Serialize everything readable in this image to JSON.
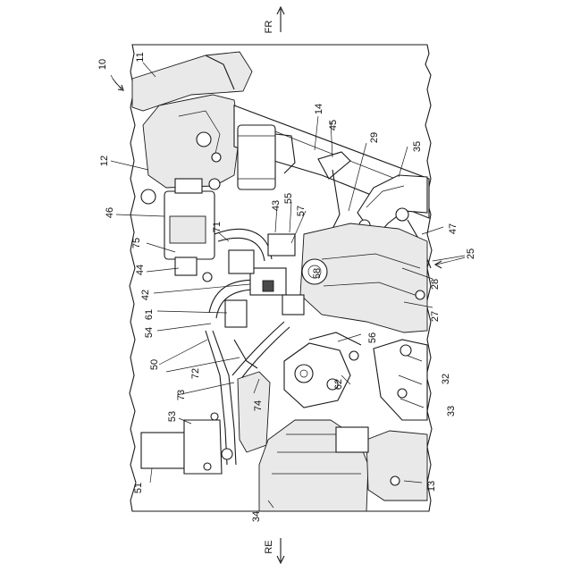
{
  "figure": {
    "direction_front": "FR",
    "direction_rear": "RE",
    "labels": [
      "10",
      "11",
      "12",
      "13",
      "14",
      "25",
      "27",
      "28",
      "29",
      "32",
      "33",
      "34",
      "35",
      "42",
      "43",
      "44",
      "45",
      "46",
      "47",
      "50",
      "51",
      "53",
      "54",
      "55",
      "56",
      "57",
      "58",
      "61",
      "62",
      "71",
      "72",
      "73",
      "74",
      "75"
    ]
  }
}
